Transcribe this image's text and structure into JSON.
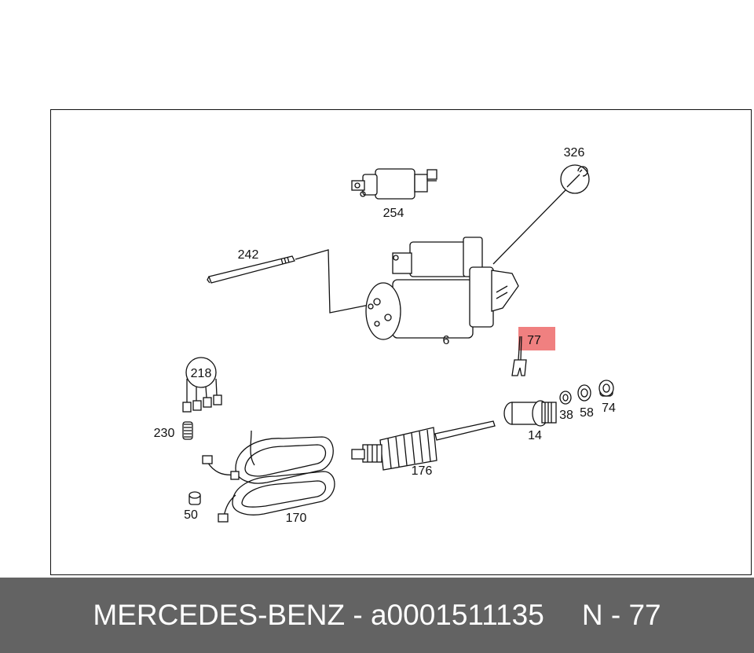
{
  "diagram": {
    "labels": {
      "p326": "326",
      "p254": "254",
      "p242": "242",
      "p6": "6",
      "p77": "77",
      "p218": "218",
      "p230": "230",
      "p38": "38",
      "p58": "58",
      "p74": "74",
      "p14": "14",
      "p176": "176",
      "p50": "50",
      "p170": "170"
    },
    "highlight_color": "#f08080"
  },
  "footer": {
    "brand_part": "MERCEDES-BENZ - a0001511135",
    "position": "N - 77"
  }
}
